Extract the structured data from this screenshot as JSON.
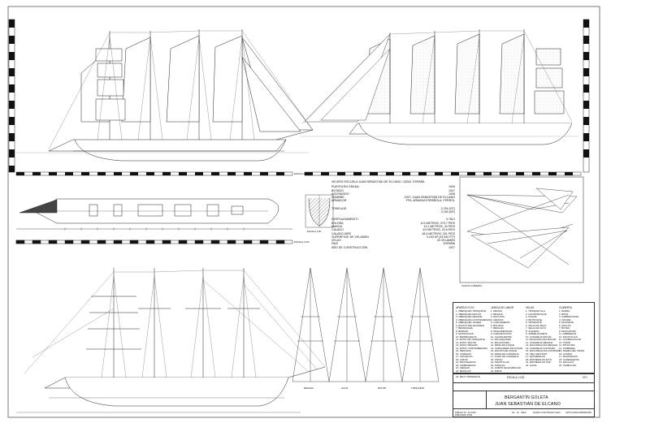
{
  "drawing": {
    "spec_heading": "VELERO ESCUELA JUAN SEBASTIÁN DE ELCANO, CÁDIZ, ESPAÑA",
    "spec_lines": [
      {
        "label": "PUESTA EN GRADA",
        "value": "1925"
      },
      {
        "label": "BOTADO",
        "value": "1927"
      },
      {
        "label": "ASCENDIDO",
        "value": "1928"
      },
      {
        "label": "NOMBRE",
        "value": "1927, JUAN SEBASTIÁN DE ELCANO"
      },
      {
        "label": "ARMADOR",
        "value": "FFA, ARMADA ESPAÑOLA, FERROL"
      },
      {
        "label": "TONELAJE",
        "value": "3.754 (GT)"
      },
      {
        "label": "",
        "value": "2.160 (NT)"
      },
      {
        "label": "DESPLAZAMIENTO",
        "value": "3.754 t"
      },
      {
        "label": "ESLORA",
        "value": "113 METROS, 370,7 PIES"
      },
      {
        "label": "MANGA",
        "value": "13,1 METROS, 43 PIES"
      },
      {
        "label": "CALADO",
        "value": "6,9 METROS, 22,6 PIES"
      },
      {
        "label": "CALADO AIRE",
        "value": "48,5 METROS, 161 PIES"
      },
      {
        "label": "SUPERFICIE DE VELAMEN",
        "value": "3.153 M² (33.940 FT²)"
      },
      {
        "label": "VELAS",
        "value": "20 VELAMEN"
      },
      {
        "label": "PAIS",
        "value": "ESPAÑA"
      },
      {
        "label": "AÑO DE CONSTRUCCIÓN",
        "value": "1927"
      }
    ],
    "scale_top": "ESCALA 1:100",
    "scale_mid": "ESCALA 1:100",
    "section_scale": "ESCALA 1:50",
    "plan_label": "PLANTA CUBIERTA",
    "mast_labels": [
      "MESANA",
      "GAVIA",
      "MAYOR",
      "TRINQUETE"
    ],
    "legend": {
      "columns": [
        {
          "heading": "APAREJO FIJO",
          "items": [
            "1. OBENQUES TRINQUETE",
            "2. OBENQUES MAYOR",
            "3. OBENQUES MESANA",
            "4. OBENQUES CONTRAMESANA",
            "5. OBENQUES JIGGER",
            "6. ESTAYS DEL BAUPRÉS",
            "7. BRANDALES",
            "8. BURDAS",
            "9. MOSTACHOS",
            "10. BARBIQUEJOS",
            "11. ESTAY DE TRINQUETE",
            "12. ESTAY MAYOR",
            "13. ESTAY MESANA",
            "14. ESTAY CONTRAMESANA",
            "15. PERCHAS",
            "16. CADENAS",
            "17. CRUCETAS",
            "18. COFAS",
            "19. MASTELEROS",
            "20. TAMBORETES",
            "21. VERGAS",
            "22. BOTALÓN",
            "23. BAUPRÉS",
            "24. PALO TRINQUETE"
          ]
        },
        {
          "heading": "JARCIA DE LABOR",
          "items": [
            "1. DRIZAS",
            "2. BRAZAS",
            "3. ESCOTAS",
            "4. AMURAS",
            "5. CARGADERAS",
            "6. BOLINAS",
            "7. BRIOLES",
            "8. APAGAPENOLES",
            "9. CARGAPUNTOS",
            "10. CHAFALDETES",
            "11. PALANQUINES",
            "12. BALANCINES",
            "13. DRIZA DE FOQUE",
            "14. CARGADERA DE FOQUE",
            "15. ESCOTA DE FOQUE",
            "16. DRIZA DE CANGREJA",
            "17. PUÑO DE CANGREJA",
            "18. OSTAS",
            "19. AMANTILLOS",
            "20. TRINCAS",
            "21. CABOS DE ENVERGAR",
            "22. RIZOS"
          ]
        },
        {
          "heading": "VELAS",
          "items": [
            "1. TRINQUETILLA",
            "2. CONTRAFOQUE",
            "3. FOQUE",
            "4. PETIFOQUE",
            "5. TRINQUETE",
            "6. VELACHO BAJO",
            "7. VELACHO ALTO",
            "8. JUANETE",
            "9. SOBREJUANETE",
            "10. CANGREJA MAYOR",
            "11. ESCANDALOSA MAYOR",
            "12. CANGREJA MESANA",
            "13. ESCANDALOSA MESANA",
            "14. CANGREJA CONTRAM.",
            "15. ESCANDALOSA CONTRAM.",
            "16. VELA DE ESTAY",
            "17. ENTREPALOS",
            "18. ENTREPALOS ALTO",
            "19. ENTREPALOS SUP.",
            "20. GAVIA"
          ]
        },
        {
          "heading": "CUBIERTA",
          "items": [
            "1. BARRIL",
            "2. BITAS",
            "3. CABRESTANTE",
            "4. CHIGRE",
            "5. MOLINETE",
            "6. ANCLAS",
            "7. BOTES",
            "8. PESCANTES",
            "9. LUMBRERAS",
            "10. ESCOTILLAS",
            "11. GUARDACALOR",
            "12. TIMÓN",
            "13. BITÁCORA",
            "14. CHIMENEA",
            "15. RUEDA DEL TIMÓN",
            "16. CASETA",
            "17. PASAMANOS",
            "18. CANDELEROS",
            "19. ESCALAS",
            "20. TAMBUCHO"
          ]
        }
      ]
    },
    "title_block": {
      "scale": "ESCALA 1:100",
      "sheet_number": "N°1",
      "type": "BERGANTÍN GOLETA",
      "name": "JUAN SEBASTIÁN DE ELCANO",
      "foot": [
        "DIBUJO N°: 02-1997",
        "DIBUJADO POR",
        "03 · 12 · 2020",
        "PLANO COPYRIGHT 2021",
        "APTO PARA IMPRESIÓN"
      ]
    }
  }
}
